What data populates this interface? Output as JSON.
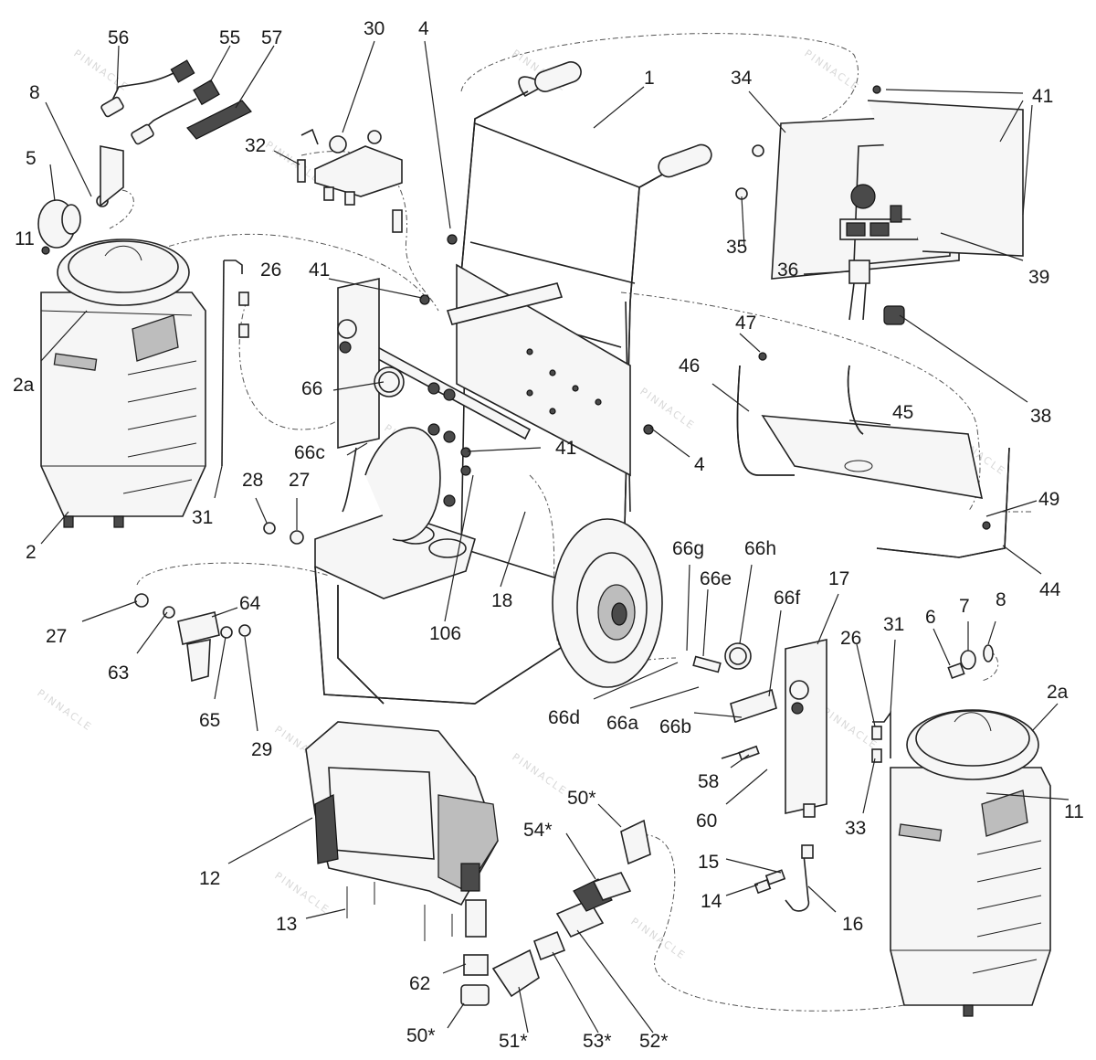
{
  "diagram": {
    "watermark_text": "PINNACLE",
    "callouts": [
      {
        "id": "c-56",
        "text": "56"
      },
      {
        "id": "c-55",
        "text": "55"
      },
      {
        "id": "c-57",
        "text": "57"
      },
      {
        "id": "c-30",
        "text": "30"
      },
      {
        "id": "c-4a",
        "text": "4"
      },
      {
        "id": "c-1",
        "text": "1"
      },
      {
        "id": "c-34",
        "text": "34"
      },
      {
        "id": "c-41a",
        "text": "41"
      },
      {
        "id": "c-8a",
        "text": "8"
      },
      {
        "id": "c-32",
        "text": "32"
      },
      {
        "id": "c-5",
        "text": "5"
      },
      {
        "id": "c-35",
        "text": "35"
      },
      {
        "id": "c-11a",
        "text": "11"
      },
      {
        "id": "c-26a",
        "text": "26"
      },
      {
        "id": "c-41b",
        "text": "41"
      },
      {
        "id": "c-36",
        "text": "36"
      },
      {
        "id": "c-39",
        "text": "39"
      },
      {
        "id": "c-2a-l",
        "text": "2a"
      },
      {
        "id": "c-47",
        "text": "47"
      },
      {
        "id": "c-46",
        "text": "46"
      },
      {
        "id": "c-66",
        "text": "66"
      },
      {
        "id": "c-45",
        "text": "45"
      },
      {
        "id": "c-38",
        "text": "38"
      },
      {
        "id": "c-66c",
        "text": "66c"
      },
      {
        "id": "c-41c",
        "text": "41"
      },
      {
        "id": "c-4b",
        "text": "4"
      },
      {
        "id": "c-28",
        "text": "28"
      },
      {
        "id": "c-27a",
        "text": "27"
      },
      {
        "id": "c-31a",
        "text": "31"
      },
      {
        "id": "c-49",
        "text": "49"
      },
      {
        "id": "c-2",
        "text": "2"
      },
      {
        "id": "c-66g",
        "text": "66g"
      },
      {
        "id": "c-66h",
        "text": "66h"
      },
      {
        "id": "c-18",
        "text": "18"
      },
      {
        "id": "c-66e",
        "text": "66e"
      },
      {
        "id": "c-44",
        "text": "44"
      },
      {
        "id": "c-17",
        "text": "17"
      },
      {
        "id": "c-64",
        "text": "64"
      },
      {
        "id": "c-66f",
        "text": "66f"
      },
      {
        "id": "c-27b",
        "text": "27"
      },
      {
        "id": "c-106",
        "text": "106"
      },
      {
        "id": "c-26b",
        "text": "26"
      },
      {
        "id": "c-31b",
        "text": "31"
      },
      {
        "id": "c-6",
        "text": "6"
      },
      {
        "id": "c-7",
        "text": "7"
      },
      {
        "id": "c-8b",
        "text": "8"
      },
      {
        "id": "c-2a-r",
        "text": "2a"
      },
      {
        "id": "c-63",
        "text": "63"
      },
      {
        "id": "c-66d",
        "text": "66d"
      },
      {
        "id": "c-66a",
        "text": "66a"
      },
      {
        "id": "c-66b",
        "text": "66b"
      },
      {
        "id": "c-65",
        "text": "65"
      },
      {
        "id": "c-29",
        "text": "29"
      },
      {
        "id": "c-58",
        "text": "58"
      },
      {
        "id": "c-50a",
        "text": "50*"
      },
      {
        "id": "c-60",
        "text": "60"
      },
      {
        "id": "c-33",
        "text": "33"
      },
      {
        "id": "c-11b",
        "text": "11"
      },
      {
        "id": "c-54",
        "text": "54*"
      },
      {
        "id": "c-15",
        "text": "15"
      },
      {
        "id": "c-12",
        "text": "12"
      },
      {
        "id": "c-14",
        "text": "14"
      },
      {
        "id": "c-16",
        "text": "16"
      },
      {
        "id": "c-13",
        "text": "13"
      },
      {
        "id": "c-62",
        "text": "62"
      },
      {
        "id": "c-50b",
        "text": "50*"
      },
      {
        "id": "c-51",
        "text": "51*"
      },
      {
        "id": "c-53",
        "text": "53*"
      },
      {
        "id": "c-52",
        "text": "52*"
      }
    ]
  }
}
